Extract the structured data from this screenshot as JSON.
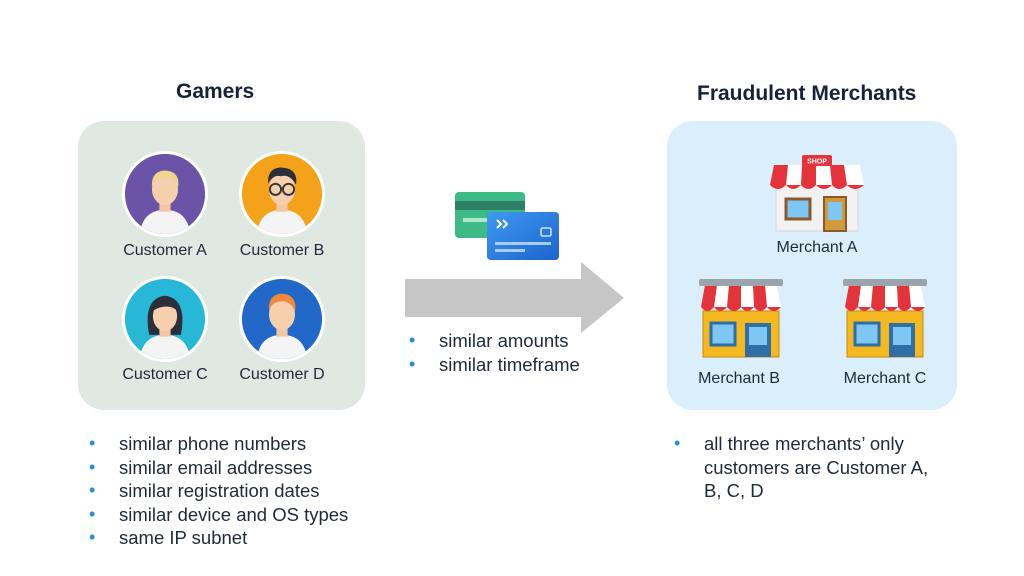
{
  "gamers": {
    "title": "Gamers",
    "customers": [
      {
        "label": "Customer A",
        "color": "#6b53a8",
        "icon": "male-avatar-icon"
      },
      {
        "label": "Customer B",
        "color": "#f5a21b",
        "icon": "glasses-avatar-icon"
      },
      {
        "label": "Customer C",
        "color": "#27b8d8",
        "icon": "female-avatar-icon"
      },
      {
        "label": "Customer D",
        "color": "#2168c8",
        "icon": "redhead-avatar-icon"
      }
    ],
    "bullets": [
      "similar phone numbers",
      "similar email addresses",
      "similar registration dates",
      "similar device and OS types",
      "same IP subnet"
    ]
  },
  "transactions": {
    "icon": "credit-cards-icon",
    "bullets": [
      "similar amounts",
      "similar timeframe"
    ]
  },
  "merchants": {
    "title": "Fraudulent Merchants",
    "shop_sign": "SHOP",
    "items": [
      {
        "label": "Merchant A",
        "icon": "shop-icon"
      },
      {
        "label": "Merchant B",
        "icon": "store-icon"
      },
      {
        "label": "Merchant C",
        "icon": "store-icon"
      }
    ],
    "bullets": [
      "all three merchants’ only customers are Customer A, B, C, D"
    ]
  },
  "colors": {
    "gamers_panel": "#dfe8e1",
    "merchants_panel": "#daeefc",
    "arrow": "#c6c6c6",
    "bullet": "#2a8fd6"
  }
}
